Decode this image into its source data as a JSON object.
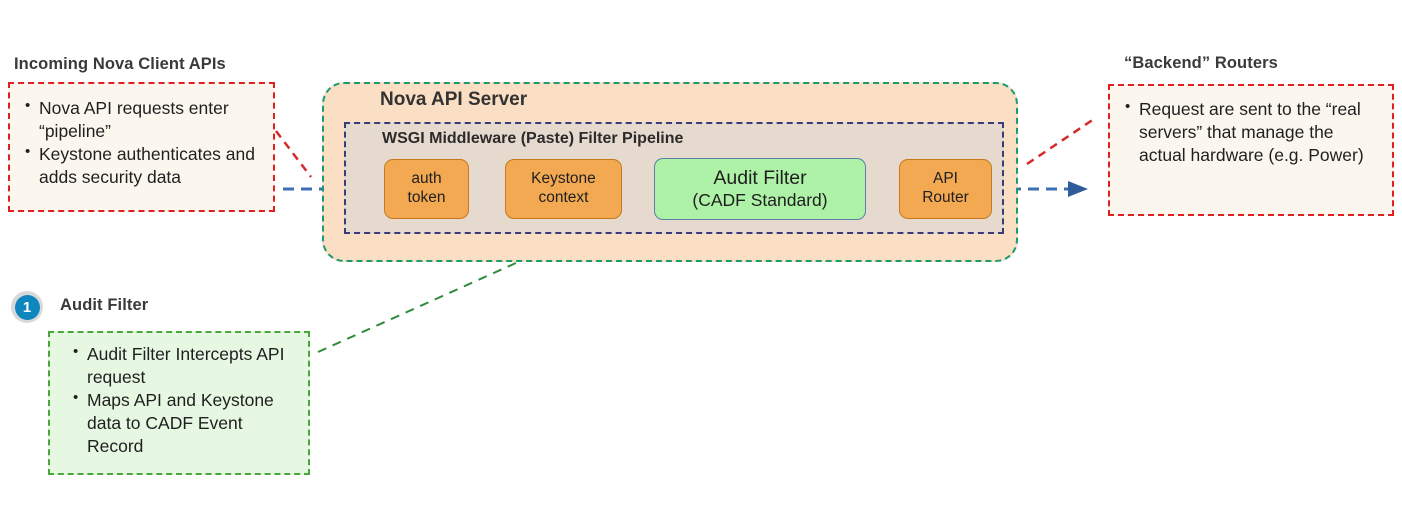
{
  "diagram": {
    "left_panel": {
      "heading": "Incoming Nova Client  APIs",
      "bullets": [
        "Nova API requests enter “pipeline”",
        "Keystone authenticates and adds security data"
      ]
    },
    "right_panel": {
      "heading": "“Backend” Routers",
      "bullets": [
        "Request are sent to the “real servers” that manage the actual hardware (e.g. Power)"
      ]
    },
    "callout": {
      "badge_number": "1",
      "heading": "Audit Filter",
      "bullets": [
        "Audit Filter Intercepts API request",
        "Maps API and Keystone data to CADF Event Record"
      ]
    },
    "server": {
      "title": "Nova API Server",
      "pipeline_title": "WSGI Middleware (Paste) Filter Pipeline",
      "stages": [
        {
          "line1": "auth",
          "line2": "token",
          "kind": "orange"
        },
        {
          "line1": "Keystone",
          "line2": "context",
          "kind": "orange"
        },
        {
          "line1": "Audit Filter",
          "line2": "(CADF Standard)",
          "kind": "green"
        },
        {
          "line1": "API",
          "line2": "Router",
          "kind": "orange"
        }
      ]
    },
    "colors": {
      "orange_fill": "#F3A952",
      "orange_border": "#C6781B",
      "green_fill": "#ADF2A6",
      "green_border": "#5B7FA6",
      "server_fill": "#FBDFC4",
      "server_border": "#1D9B6C",
      "pipeline_fill": "#E6D9CE",
      "pipeline_border": "#3B3B7A",
      "red_dash": "#E02020",
      "cream_fill": "#FBF7EE",
      "callout_fill": "#E6F7E2",
      "callout_border": "#49A63C",
      "arrow_blue": "#3C6FB4",
      "badge_blue": "#1086BF",
      "badge_ring": "#D9D9D9"
    }
  }
}
